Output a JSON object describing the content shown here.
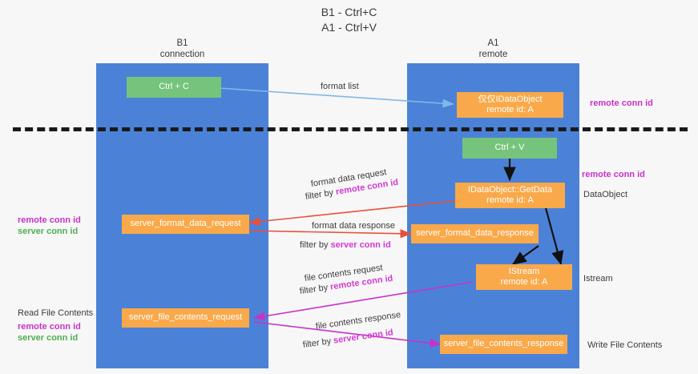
{
  "title": {
    "line1": "B1 - Ctrl+C",
    "line2": "A1 - Ctrl+V"
  },
  "lanes": [
    {
      "name": "b1",
      "title_line1": "B1",
      "title_line2": "connection",
      "color": "#4b82d8"
    },
    {
      "name": "a1",
      "title_line1": "A1",
      "title_line2": "remote",
      "color": "#4b82d8"
    }
  ],
  "nodes": {
    "ctrl_c": "Ctrl + C",
    "ctrl_v": "Ctrl + V",
    "idataobject_line1": "仅仅IDataObject",
    "idataobject_line2": "remote id: A",
    "getdata_line1": "IDataObject::GetData",
    "getdata_line2": "remote id: A",
    "istream_line1": "IStream",
    "istream_line2": "remote id: A",
    "server_format_data_request": "server_format_data_request",
    "server_format_data_response": "server_format_data_response",
    "server_file_contents_request": "server_file_contents_request",
    "server_file_contents_response": "server_file_contents_response"
  },
  "edge_labels": {
    "format_list": "format list",
    "format_data_request": "format data request",
    "format_data_request_filter_prefix": "filter by ",
    "format_data_request_filter_key": "remote conn id",
    "format_data_response": "format data response",
    "format_data_response_filter_prefix": "filter by ",
    "format_data_response_filter_key": "server conn id",
    "file_contents_request": "file contents request",
    "file_contents_request_filter_prefix": "filter by ",
    "file_contents_request_filter_key": "remote conn id",
    "file_contents_response": "file contents response",
    "file_contents_response_filter_prefix": "filter by ",
    "file_contents_response_filter_key": "server conn id"
  },
  "annotations": {
    "right_remote_conn_id_top": "remote conn id",
    "right_remote_conn_id_mid": "remote conn id",
    "right_dataobject": "DataObject",
    "right_istream": "Istream",
    "right_write_file_contents": "Write File Contents",
    "left_remote_conn_id": "remote conn id",
    "left_server_conn_id": "server conn id",
    "left_read_file_contents": "Read File Contents",
    "left_remote_conn_id_2": "remote conn id",
    "left_server_conn_id_2": "server conn id"
  },
  "colors": {
    "lane": "#4b82d8",
    "node_green": "#76c47c",
    "node_orange": "#f9a94a",
    "arrow_blue": "#7fb8e8",
    "arrow_red": "#e8503a",
    "arrow_magenta": "#c832c8",
    "arrow_black": "#111111",
    "key_remote": "#c832c8",
    "key_server": "#4caf50",
    "divider": "#1a1a1a"
  }
}
